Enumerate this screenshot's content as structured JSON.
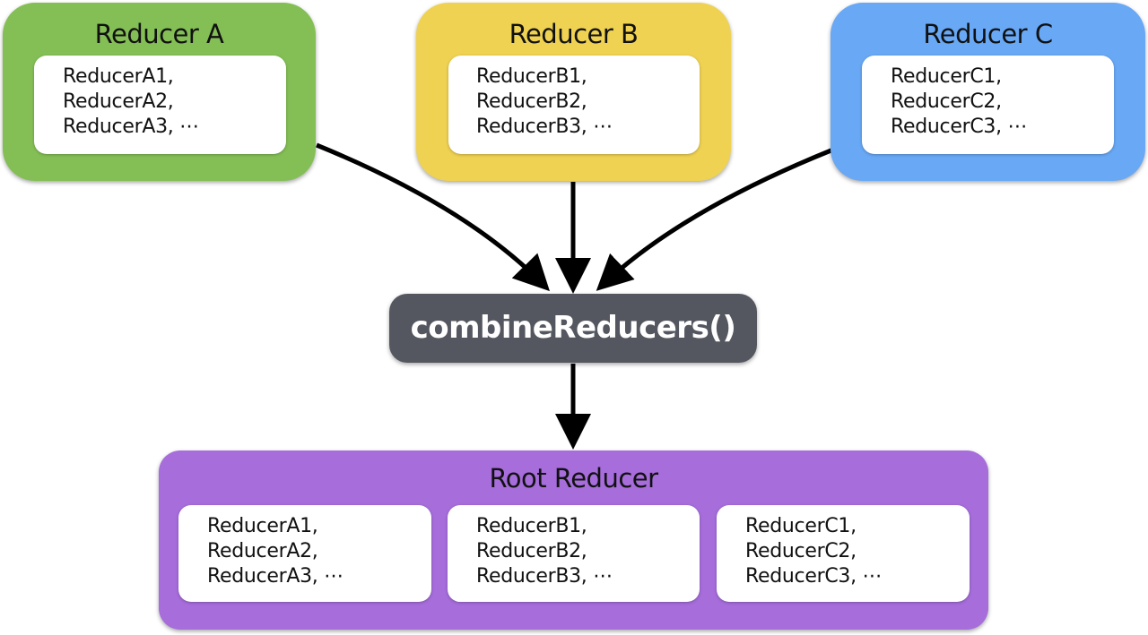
{
  "colors": {
    "reducer_a": "#84bf55",
    "reducer_b": "#efd252",
    "reducer_c": "#68a8f5",
    "combine": "#54575f",
    "root": "#a66ddb",
    "arrow": "#000000"
  },
  "reducer_a": {
    "title": "Reducer A",
    "items": [
      "ReducerA1,",
      "ReducerA2,",
      "ReducerA3, ⋯"
    ]
  },
  "reducer_b": {
    "title": "Reducer B",
    "items": [
      "ReducerB1,",
      "ReducerB2,",
      "ReducerB3, ⋯"
    ]
  },
  "reducer_c": {
    "title": "Reducer C",
    "items": [
      "ReducerC1,",
      "ReducerC2,",
      "ReducerC3, ⋯"
    ]
  },
  "combine": {
    "label": "combineReducers()"
  },
  "root": {
    "title": "Root Reducer",
    "groups": [
      {
        "items": [
          "ReducerA1,",
          "ReducerA2,",
          "ReducerA3, ⋯"
        ]
      },
      {
        "items": [
          "ReducerB1,",
          "ReducerB2,",
          "ReducerB3, ⋯"
        ]
      },
      {
        "items": [
          "ReducerC1,",
          "ReducerC2,",
          "ReducerC3, ⋯"
        ]
      }
    ]
  }
}
